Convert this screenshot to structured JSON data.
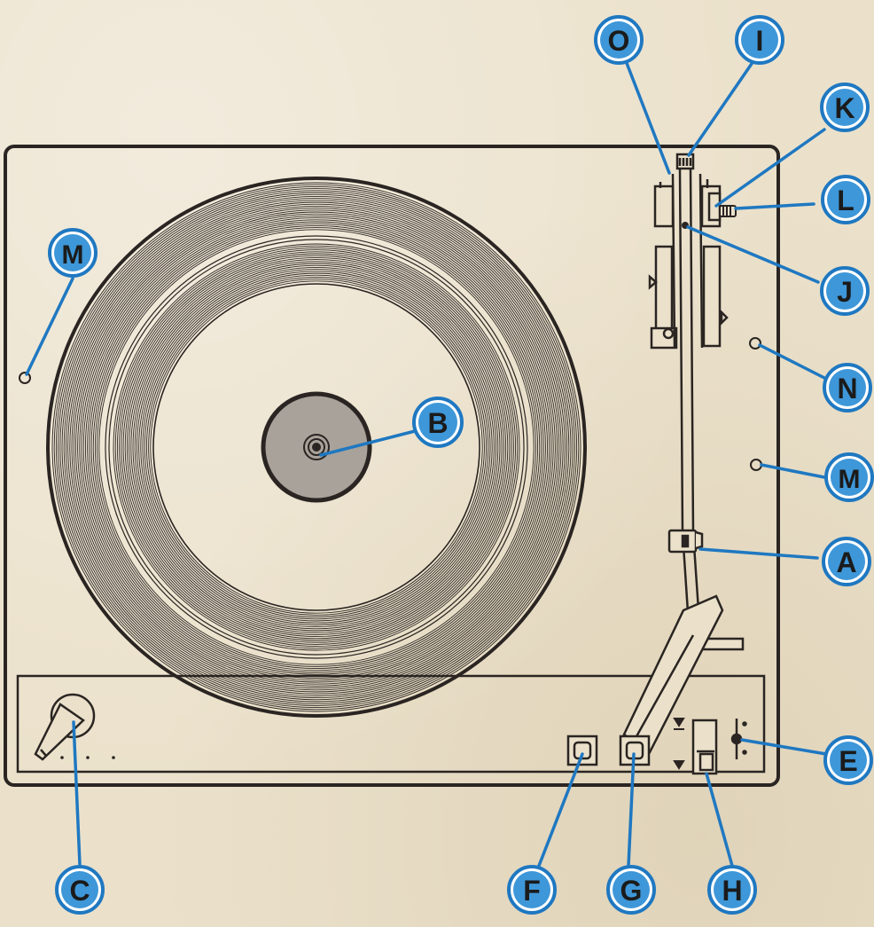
{
  "colors": {
    "paper": "#ebe1cb",
    "ink": "#2a2522",
    "callout_blue": "#1f78c1",
    "callout_fill": "#3e97d8",
    "label_circle_bg": "#ffffff",
    "disc_gray": "#a8a29a"
  },
  "callouts": {
    "O": "O",
    "I": "I",
    "K": "K",
    "L": "L",
    "M_left": "M",
    "J": "J",
    "N": "N",
    "B": "B",
    "M_right": "M",
    "A": "A",
    "E": "E",
    "C": "C",
    "F": "F",
    "G": "G",
    "H": "H"
  }
}
